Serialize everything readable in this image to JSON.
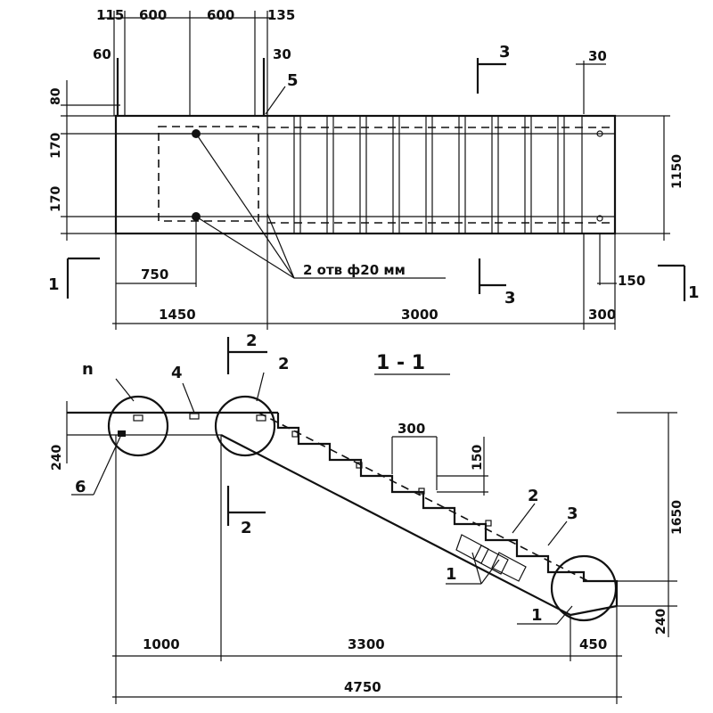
{
  "plan": {
    "top_dims": [
      "115",
      "600",
      "600",
      "135"
    ],
    "d60": "60",
    "d30a": "30",
    "d30b": "30",
    "d80": "80",
    "d170a": "170",
    "d170b": "170",
    "d1150": "1150",
    "d150": "150",
    "d750": "750",
    "d1450": "1450",
    "d3000": "3000",
    "d300": "300",
    "holes_note": "2 отв ф20 мм",
    "marker_5": "5",
    "section_1": "1",
    "section_3": "3"
  },
  "section": {
    "title": "1 - 1",
    "marker_n": "n",
    "marker_4": "4",
    "marker_2": "2",
    "marker_6": "6",
    "marker_1": "1",
    "marker_3": "3",
    "d240a": "240",
    "d240b": "240",
    "d300": "300",
    "d150": "150",
    "d1650": "1650",
    "d1000": "1000",
    "d3300": "3300",
    "d450": "450",
    "d4750": "4750"
  }
}
